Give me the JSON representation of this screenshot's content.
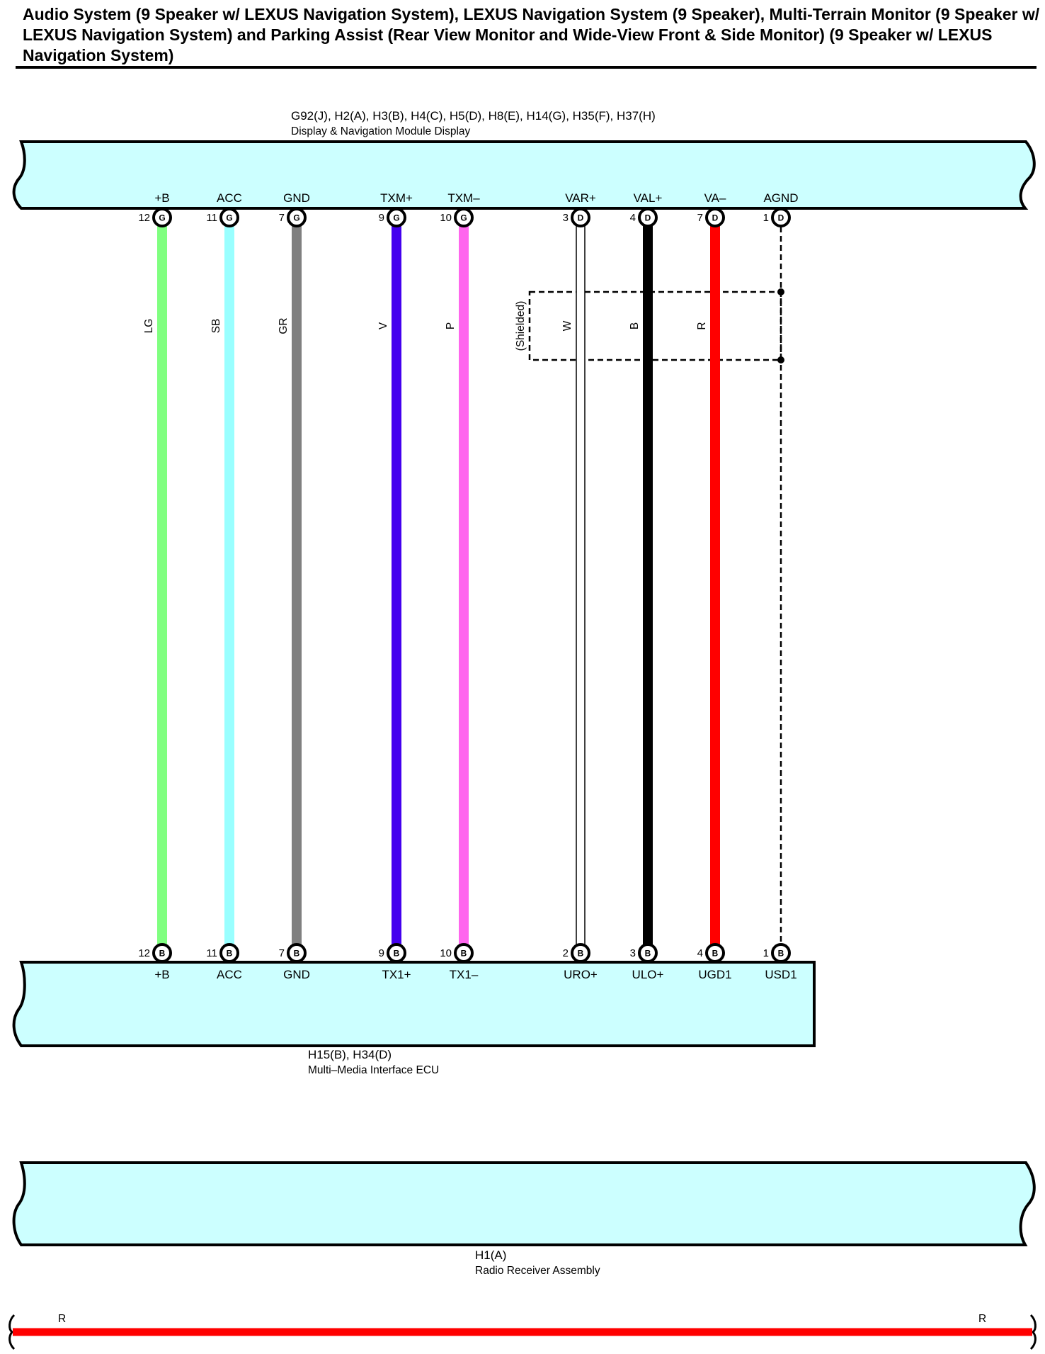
{
  "title": "Audio System (9 Speaker w/ LEXUS Navigation System), LEXUS Navigation System (9 Speaker), Multi-Terrain Monitor (9 Speaker w/ LEXUS Navigation System) and Parking Assist (Rear View Monitor and Wide-View Front & Side Monitor) (9 Speaker w/ LEXUS Navigation System)",
  "components": {
    "top": {
      "id": "G92(J), H2(A), H3(B), H4(C), H5(D), H8(E), H14(G), H35(F), H37(H)",
      "name": "Display & Navigation Module Display"
    },
    "middle": {
      "id": "H15(B), H34(D)",
      "name": "Multi–Media Interface ECU"
    },
    "bottom": {
      "id": "H1(A)",
      "name": "Radio Receiver Assembly"
    }
  },
  "shield_label": "(Shielded)",
  "colors": {
    "connector_fill": "#ccffff",
    "outline": "#000000"
  },
  "wires": [
    {
      "top_label": "+B",
      "top_pin": "12",
      "top_conn": "G",
      "color_code": "LG",
      "color": "#80ff80",
      "bottom_pin": "12",
      "bottom_conn": "B",
      "bottom_label": "+B"
    },
    {
      "top_label": "ACC",
      "top_pin": "11",
      "top_conn": "G",
      "color_code": "SB",
      "color": "#99ffff",
      "bottom_pin": "11",
      "bottom_conn": "B",
      "bottom_label": "ACC"
    },
    {
      "top_label": "GND",
      "top_pin": "7",
      "top_conn": "G",
      "color_code": "GR",
      "color": "#808080",
      "bottom_pin": "7",
      "bottom_conn": "B",
      "bottom_label": "GND"
    },
    {
      "top_label": "TXM+",
      "top_pin": "9",
      "top_conn": "G",
      "color_code": "V",
      "color": "#4400ee",
      "bottom_pin": "9",
      "bottom_conn": "B",
      "bottom_label": "TX1+"
    },
    {
      "top_label": "TXM–",
      "top_pin": "10",
      "top_conn": "G",
      "color_code": "P",
      "color": "#ff66ee",
      "bottom_pin": "10",
      "bottom_conn": "B",
      "bottom_label": "TX1–"
    },
    {
      "top_label": "VAR+",
      "top_pin": "3",
      "top_conn": "D",
      "color_code": "W",
      "color": "#ffffff",
      "bottom_pin": "2",
      "bottom_conn": "B",
      "bottom_label": "URO+"
    },
    {
      "top_label": "VAL+",
      "top_pin": "4",
      "top_conn": "D",
      "color_code": "B",
      "color": "#000000",
      "bottom_pin": "3",
      "bottom_conn": "B",
      "bottom_label": "ULO+"
    },
    {
      "top_label": "VA–",
      "top_pin": "7",
      "top_conn": "D",
      "color_code": "R",
      "color": "#ff0000",
      "bottom_pin": "4",
      "bottom_conn": "B",
      "bottom_label": "UGD1"
    },
    {
      "top_label": "AGND",
      "top_pin": "1",
      "top_conn": "D",
      "color_code": "",
      "color": "#000000",
      "bottom_pin": "1",
      "bottom_conn": "B",
      "bottom_label": "USD1"
    }
  ],
  "bottom_wire": {
    "color_code": "R",
    "color": "#ff0000"
  }
}
